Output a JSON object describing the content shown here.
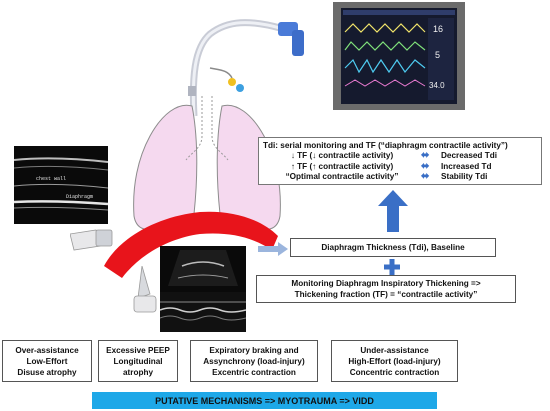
{
  "tdi_box": {
    "title": "Tdi: serial monitoring and TF (“diaphragm contractile activity”)",
    "rows": [
      {
        "left": "↓ TF (↓ contractile  activity)",
        "right": "Decreased Tdi"
      },
      {
        "left": "↑ TF (↑ contractile  activity)",
        "right": "Increased Td"
      },
      {
        "left": "“Optimal contractile activity”",
        "right": "Stability Tdi"
      }
    ]
  },
  "baseline_box": {
    "label": "Diaphragm Thickness (Tdi), Baseline"
  },
  "monitoring_box": {
    "line1": "Monitoring Diaphragm Inspiratory Thickening =>",
    "line2": "Thickening fraction (TF) = “contractile activity”"
  },
  "mechanisms": [
    {
      "lines": [
        "Over-assistance",
        "Low-Effort",
        "Disuse atrophy"
      ]
    },
    {
      "lines": [
        "Excessive PEEP",
        "Longitudinal",
        "atrophy"
      ]
    },
    {
      "lines": [
        "Expiratory braking and",
        "Assynchrony (load-injury)",
        "Excentric contraction"
      ]
    },
    {
      "lines": [
        "Under-assistance",
        "High-Effort (load-injury)",
        "Concentric contraction"
      ]
    }
  ],
  "banner": {
    "label": "PUTATIVE MECHANISMS => MYOTRAUMA => VIDD"
  },
  "ultrasound_labels": {
    "chest_wall": "chest wall",
    "diaphragm": "Diaphragm"
  },
  "monitor_values": [
    "16",
    "5",
    "34.0"
  ],
  "colors": {
    "banner": "#1ea8e8",
    "arrow": "#3a6fc6",
    "plus": "#3a6fc6",
    "diaphragm": "#e8141b",
    "lung": "#f5d9ef",
    "connector_arrow": "#9bb5dd"
  }
}
